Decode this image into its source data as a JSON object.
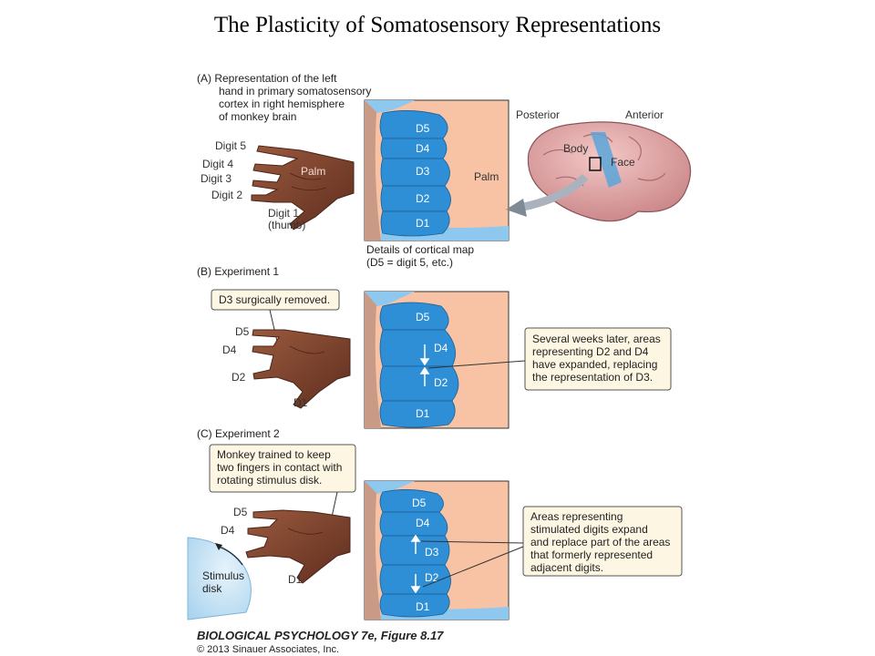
{
  "title": "The Plasticity of Somatosensory Representations",
  "panelA": {
    "heading": [
      "(A)  Representation of the left",
      "hand in primary somatosensory",
      "cortex in right hemisphere",
      "of monkey brain"
    ],
    "digits": [
      "Digit 5",
      "Digit 4",
      "Digit 3",
      "Digit 2"
    ],
    "digit1": [
      "Digit 1",
      "(thumb)"
    ],
    "hand_palm": "Palm",
    "map_regions": [
      "D5",
      "D4",
      "D3",
      "D2",
      "D1"
    ],
    "map_palm": "Palm",
    "posterior": "Posterior",
    "anterior": "Anterior",
    "body": "Body",
    "face": "Face",
    "caption": [
      "Details of cortical map",
      "(D5 = digit 5, etc.)"
    ]
  },
  "panelB": {
    "heading": "(B)  Experiment 1",
    "callout": "D3 surgically removed.",
    "hand_labels": [
      "D5",
      "D4",
      "D2",
      "D1"
    ],
    "map_regions": [
      "D5",
      "D4",
      "D2",
      "D1"
    ],
    "note": [
      "Several weeks later, areas",
      "representing D2 and D4",
      "have expanded, replacing",
      "the representation of D3."
    ]
  },
  "panelC": {
    "heading": "(C)  Experiment 2",
    "callout": [
      "Monkey trained to keep",
      "two fingers in contact with",
      "rotating stimulus disk."
    ],
    "hand_labels": [
      "D5",
      "D4",
      "D1"
    ],
    "disk": [
      "Stimulus",
      "disk"
    ],
    "map_regions": [
      "D5",
      "D4",
      "D3",
      "D2",
      "D1"
    ],
    "note": [
      "Areas representing",
      "stimulated digits expand",
      "and replace part of the areas",
      "that formerly represented",
      "adjacent digits."
    ]
  },
  "footer": {
    "line1": "BIOLOGICAL PSYCHOLOGY 7e, Figure 8.17",
    "line2": "© 2013 Sinauer Associates, Inc."
  },
  "colors": {
    "map_blue": "#2e8fd6",
    "light_blue": "#8ec8ee",
    "palm_peach": "#f7c3a4",
    "skin_dark": "#7a3f2c",
    "brain_pink": "#e6aeb0",
    "callout_bg": "#fdf6e3"
  }
}
